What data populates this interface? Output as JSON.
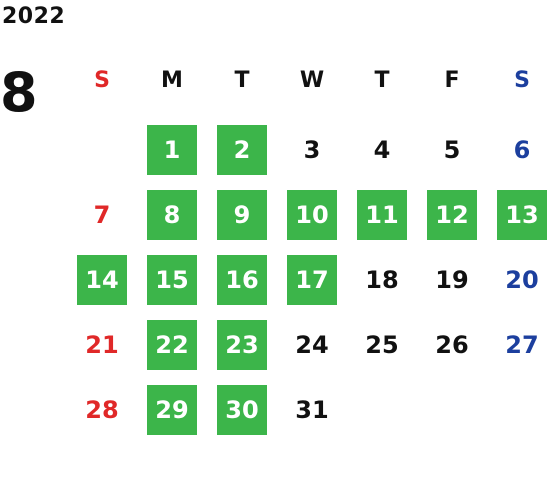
{
  "calendar": {
    "year": "2022",
    "month": "8",
    "weekdays": [
      "S",
      "M",
      "T",
      "W",
      "T",
      "F",
      "S"
    ],
    "colors": {
      "sunday": "#e02828",
      "saturday": "#1c3f9e",
      "weekday": "#111111",
      "highlight_bg": "#3cb54a",
      "highlight_text": "#ffffff"
    },
    "first_weekday_index": 1,
    "days": [
      {
        "label": "1",
        "highlighted": true
      },
      {
        "label": "2",
        "highlighted": true
      },
      {
        "label": "3",
        "highlighted": false
      },
      {
        "label": "4",
        "highlighted": false
      },
      {
        "label": "5",
        "highlighted": false
      },
      {
        "label": "6",
        "highlighted": false
      },
      {
        "label": "7",
        "highlighted": false
      },
      {
        "label": "8",
        "highlighted": true
      },
      {
        "label": "9",
        "highlighted": true
      },
      {
        "label": "10",
        "highlighted": true
      },
      {
        "label": "11",
        "highlighted": true
      },
      {
        "label": "12",
        "highlighted": true
      },
      {
        "label": "13",
        "highlighted": true
      },
      {
        "label": "14",
        "highlighted": true
      },
      {
        "label": "15",
        "highlighted": true
      },
      {
        "label": "16",
        "highlighted": true
      },
      {
        "label": "17",
        "highlighted": true
      },
      {
        "label": "18",
        "highlighted": false
      },
      {
        "label": "19",
        "highlighted": false
      },
      {
        "label": "20",
        "highlighted": false
      },
      {
        "label": "21",
        "highlighted": false
      },
      {
        "label": "22",
        "highlighted": true
      },
      {
        "label": "23",
        "highlighted": true
      },
      {
        "label": "24",
        "highlighted": false
      },
      {
        "label": "25",
        "highlighted": false
      },
      {
        "label": "26",
        "highlighted": false
      },
      {
        "label": "27",
        "highlighted": false
      },
      {
        "label": "28",
        "highlighted": false
      },
      {
        "label": "29",
        "highlighted": true
      },
      {
        "label": "30",
        "highlighted": true
      },
      {
        "label": "31",
        "highlighted": false
      }
    ]
  }
}
